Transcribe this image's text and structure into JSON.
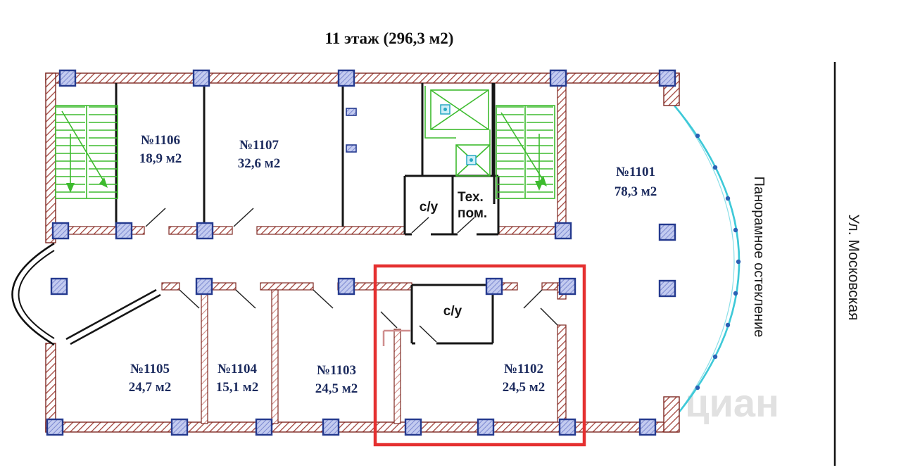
{
  "title": "11 этаж (296,3 м2)",
  "rooms": [
    {
      "number": "№1106",
      "area": "18,9 м2"
    },
    {
      "number": "№1107",
      "area": "32,6 м2"
    },
    {
      "number": "№1101",
      "area": "78,3 м2"
    },
    {
      "number": "№1105",
      "area": "24,7 м2"
    },
    {
      "number": "№1104",
      "area": "15,1 м2"
    },
    {
      "number": "№1103",
      "area": "24,5 м2"
    },
    {
      "number": "№1102",
      "area": "24,5 м2"
    }
  ],
  "annotations": {
    "wc_top": "с/у",
    "wc_bottom": "с/у",
    "tech_line1": "Тех.",
    "tech_line2": "пом."
  },
  "side_labels": {
    "glazing": "Панорамное остекление",
    "street": "Ул. Московская"
  },
  "watermark": "циан",
  "highlight": {
    "room": "№1102",
    "color": "#e53030"
  },
  "colors": {
    "wall_hatch": "#a2453d",
    "partition_hatch": "#d08a84",
    "column_fill": "#c3cbf0",
    "column_border": "#253a8f",
    "stairs_green": "#3dbb2e",
    "glass_cyan": "#3ec9d8",
    "room_label": "#1c2b5e",
    "highlight_red": "#e53030"
  }
}
